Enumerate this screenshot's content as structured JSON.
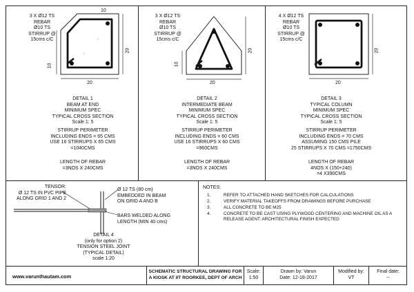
{
  "details": [
    {
      "callout": [
        "3 X Ø12 TS",
        "REBAR",
        "Ø10 TS",
        "STIRRUP @",
        "15cms c/C"
      ],
      "dims": {
        "top": "10",
        "left": "10",
        "bottom": "20",
        "right": "20"
      },
      "title": [
        "DETAIL 1",
        "BEAM AT END",
        "MINIMUM SPEC",
        "TYPICAL CROSS SECTION",
        "Scale 1: 5"
      ],
      "stirrup": [
        "STIRRUP PERIMETER",
        "INCLUDING ENDS = 65 CMS",
        "USE 16 STIRRUPS X 65 CMS",
        "=1040CMS"
      ],
      "rebar": [
        "LENGTH OF REBAR",
        "=3NOS X 240CMS"
      ]
    },
    {
      "callout": [
        "3 X Ø12 TS",
        "REBAR",
        "Ø10 TS",
        "STIRRUP @",
        "15cms c/C"
      ],
      "dims": {
        "left": "10",
        "bottom": "20",
        "right": "20"
      },
      "title": [
        "DETAIL 2",
        "INTERMEDIATE BEAM",
        "MINIMUM SPEC",
        "TYPICAL CROSS SECTION",
        "Scale 1: 5"
      ],
      "stirrup": [
        "STIRRUP PERIMETER",
        "INCLUDING ENDS = 60 CMS",
        "USE 16 STIRRUPS X 60 CMS",
        "=960CMS"
      ],
      "rebar": [
        "LENGTH OF REBAR",
        "=3NOS X 240CMS"
      ]
    },
    {
      "callout": [
        "4 X Ø12 TS",
        "REBAR",
        "Ø10 TS",
        "STIRRUP @",
        "15cms c/C"
      ],
      "dims": {
        "bottom": "20",
        "right": "20"
      },
      "title": [
        "DETAIL 3",
        "TYPICAL COLUMN",
        "MINIMUM SPEC",
        "TYPICAL CROSS SECTION",
        "Scale 1: 5"
      ],
      "stirrup": [
        "STIRRUP PERIMETER",
        "INCLUDING ENDS = 70 CMS",
        "ASSUMING 150 CMS PILE",
        "25 STIRRUPS X 70 CMS =1750CMS"
      ],
      "rebar": [
        "LENGTH OF REBAR",
        "4NOS X (150+240)",
        "=4 X390CMS"
      ]
    }
  ],
  "detail4": {
    "tensor": [
      "TENSOR:",
      "Ø 12 TS IN PVC PIPE",
      "ALONG GRID 1 AND 2"
    ],
    "embedded": [
      "Ø 12 TS (80 cm)",
      "EMBEDDED IN BEAM",
      "ON GRID A AND B"
    ],
    "welded": [
      "BARS WELDED ALONG",
      "LENGTH (MIN 40 cms)"
    ],
    "title": [
      "DETAIL 4",
      "(only for option 2)",
      "TENSION STEEL JOINT",
      "(TYPICAL DETAIL)",
      "scale 1:20"
    ]
  },
  "notes": {
    "heading": "NOTES:",
    "items": [
      {
        "num": "1.",
        "lines": [
          "REFER TO ATTACHED HAND SKETCHES FOR CALCULATIONS"
        ]
      },
      {
        "num": "2.",
        "lines": [
          "VERIFY MATERIAL TAKEOFFS FROM DRAWINGS BEFORE PURCHASE"
        ]
      },
      {
        "num": "3.",
        "lines": [
          "ALL CONCRETE TO BE M25"
        ]
      },
      {
        "num": "4.",
        "lines": [
          "CONCRETE TO BE CAST USING PLYWOOD CENTERING AND MACHINE OIL AS A",
          "RELEASE AGENT. ARCHITECTURAL FINISH EXPECTED"
        ]
      }
    ]
  },
  "title_block": {
    "website": "www.varunthautam.com",
    "project": [
      "SCHEMATIC STRUCTURAL DRAWING FOR",
      "A KIOSK AT IIT ROORKEE, DEPT OF ARCH"
    ],
    "scale_label": "Scale:",
    "scale_value": "1:50",
    "drawn_by": "Drawn by: Varun",
    "date": "Date: 12-18-2017",
    "modified_label": "Modified by:",
    "modified_value": "VT",
    "final_date_label": "Final date:",
    "final_date_value": "--"
  }
}
